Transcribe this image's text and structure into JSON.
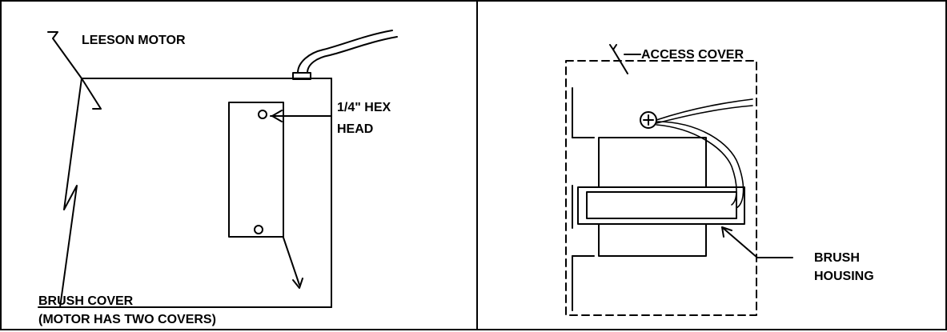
{
  "left_panel": {
    "labels": {
      "motor": "LEESON MOTOR",
      "hex_line1": "1/4\" HEX",
      "hex_line2": "HEAD",
      "brush_cover_line1": "BRUSH  COVER",
      "brush_cover_line2": "(MOTOR HAS TWO COVERS)"
    }
  },
  "right_panel": {
    "labels": {
      "access_cover": "ACCESS COVER",
      "brush_housing_line1": "BRUSH",
      "brush_housing_line2": "HOUSING"
    }
  }
}
